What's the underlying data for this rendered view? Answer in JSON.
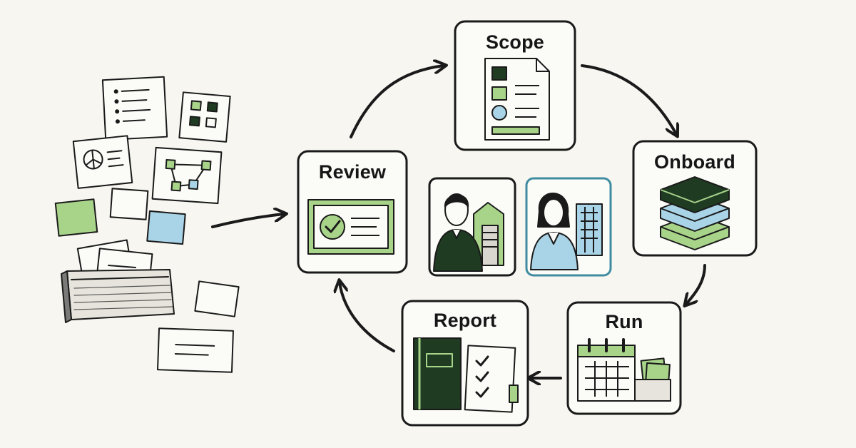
{
  "stages": {
    "scope": {
      "label": "Scope",
      "icon": "document-checklist-icon"
    },
    "onboard": {
      "label": "Onboard",
      "icon": "stacked-layers-icon"
    },
    "run": {
      "label": "Run",
      "icon": "calendar-and-inbox-icon"
    },
    "report": {
      "label": "Report",
      "icon": "binder-and-checklist-icon"
    },
    "review": {
      "label": "Review",
      "icon": "approved-card-icon"
    }
  },
  "center": {
    "left_card_icon": "man-with-warehouse-icon",
    "right_card_icon": "woman-with-office-building-icon"
  },
  "input": {
    "icon": "scattered-documents-and-inbox-tray-icon"
  },
  "colors": {
    "ink": "#1a1a1a",
    "paper": "#f7f6f1",
    "light_green": "#a8d48a",
    "dark_green": "#1f3b22",
    "light_blue": "#a9d3e6",
    "teal_border": "#3f8ca0"
  }
}
